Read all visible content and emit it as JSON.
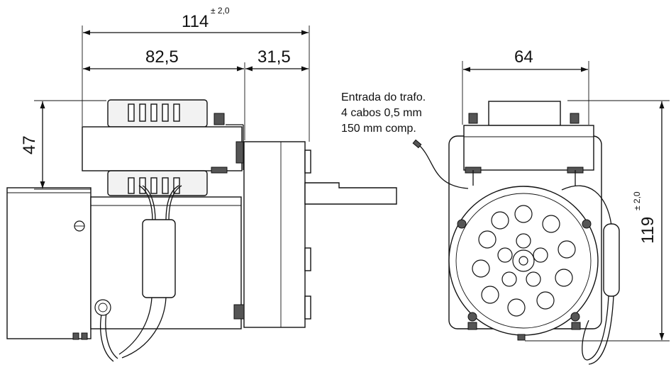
{
  "dimensions": {
    "overall_length": {
      "value": "114",
      "tolerance": "± 2,0"
    },
    "transformer_length": {
      "value": "82,5"
    },
    "gearbox_length": {
      "value": "31,5"
    },
    "transformer_height": {
      "value": "47"
    },
    "front_width": {
      "value": "64"
    },
    "overall_height": {
      "value": "119",
      "tolerance": "± 2,0"
    }
  },
  "note": {
    "line1": "Entrada do trafo.",
    "line2": "4 cabos 0,5 mm",
    "line3": "150 mm comp."
  },
  "colors": {
    "line": "#111111",
    "part_fill": "#f2f2f2",
    "background": "#ffffff"
  }
}
